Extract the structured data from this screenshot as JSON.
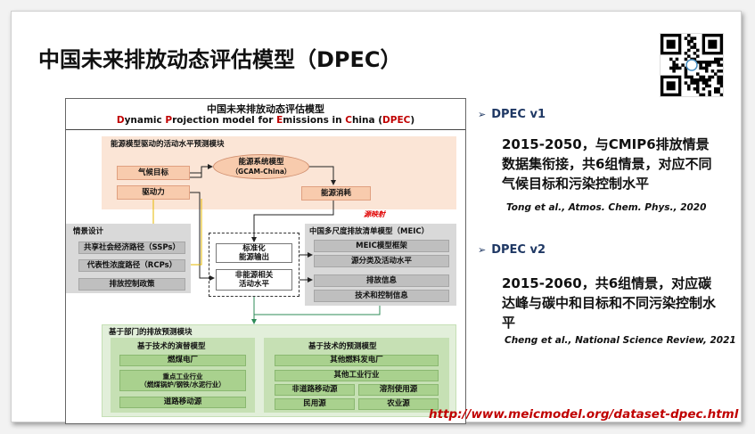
{
  "slide": {
    "title": "中国未来排放动态评估模型（DPEC）",
    "url": "http://www.meicmodel.org/dataset-dpec.html"
  },
  "diagram": {
    "title_cn": "中国未来排放动态评估模型",
    "title_en_parts": [
      "D",
      "ynamic ",
      "P",
      "rojection model for ",
      "E",
      "missions in ",
      "C",
      "hina (",
      "DPEC",
      ")"
    ],
    "energy_region_label": "能源模型驱动的活动水平预测模块",
    "climate_target": "气候目标",
    "driving_force": "驱动力",
    "energy_system_model": "能源系统模型",
    "gcam": "（GCAM-China）",
    "energy_consumption": "能源消耗",
    "source_mapping": "源映射",
    "scenario_label": "情景设计",
    "ssps": "共享社会经济路径（SSPs）",
    "rcps": "代表性浓度路径（RCPs）",
    "control_policy": "排放控制政策",
    "standardize": "标准化\n能源输出",
    "non_energy": "非能源相关\n活动水平",
    "meic_label": "中国多尺度排放清单模型（MEIC）",
    "meic_framework": "MEIC模型框架",
    "source_class": "源分类及活动水平",
    "emission_info": "排放信息",
    "tech_control": "技术和控制信息",
    "sector_label": "基于部门的排放预测模块",
    "tech_evolution_label": "基于技术的演替模型",
    "coal_power": "燃煤电厂",
    "heavy_industry": "重点工业行业\n（燃煤锅炉/钢铁/水泥行业）",
    "road_mobile": "道路移动源",
    "tech_forecast_label": "基于技术的预测模型",
    "other_fuel_power": "其他燃料发电厂",
    "other_industry": "其他工业行业",
    "nonroad_mobile": "非道路移动源",
    "solvent": "溶剂使用源",
    "residential": "民用源",
    "agriculture": "农业源"
  },
  "right": {
    "v1": {
      "head": "DPEC v1",
      "body": "2015-2050，与CMIP6排放情景数据集衔接，共6组情景，对应不同气候目标和污染控制水平",
      "cite": "Tong et al., Atmos. Chem. Phys., 2020"
    },
    "v2": {
      "head": "DPEC v2",
      "body": "2015-2060，共6组情景，对应碳达峰与碳中和目标和不同污染控制水平",
      "cite": "Cheng et al., National Science Review, 2021"
    }
  },
  "colors": {
    "accent_red": "#c00000",
    "heading_blue": "#1f3864"
  },
  "icons": {
    "bullet": "arrow-bullet-icon",
    "qr": "qr-code-icon"
  }
}
